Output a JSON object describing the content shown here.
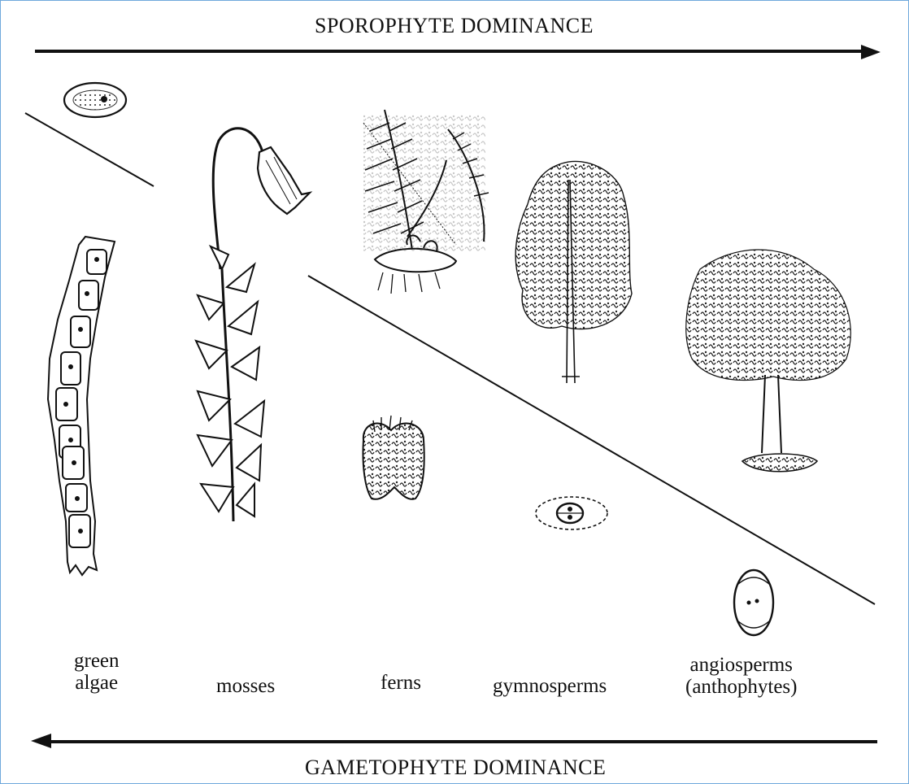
{
  "top_arrow_label": "SPOROPHYTE DOMINANCE",
  "bottom_arrow_label": "GAMETOPHYTE DOMINANCE",
  "groups": {
    "green_algae": [
      "green",
      "algae"
    ],
    "mosses": "mosses",
    "ferns": "ferns",
    "gymnosperms": "gymnosperms",
    "angiosperms": [
      "angiosperms",
      "(anthophytes)"
    ]
  },
  "colors": {
    "ink": "#111111",
    "frame": "#6fa8dc"
  }
}
